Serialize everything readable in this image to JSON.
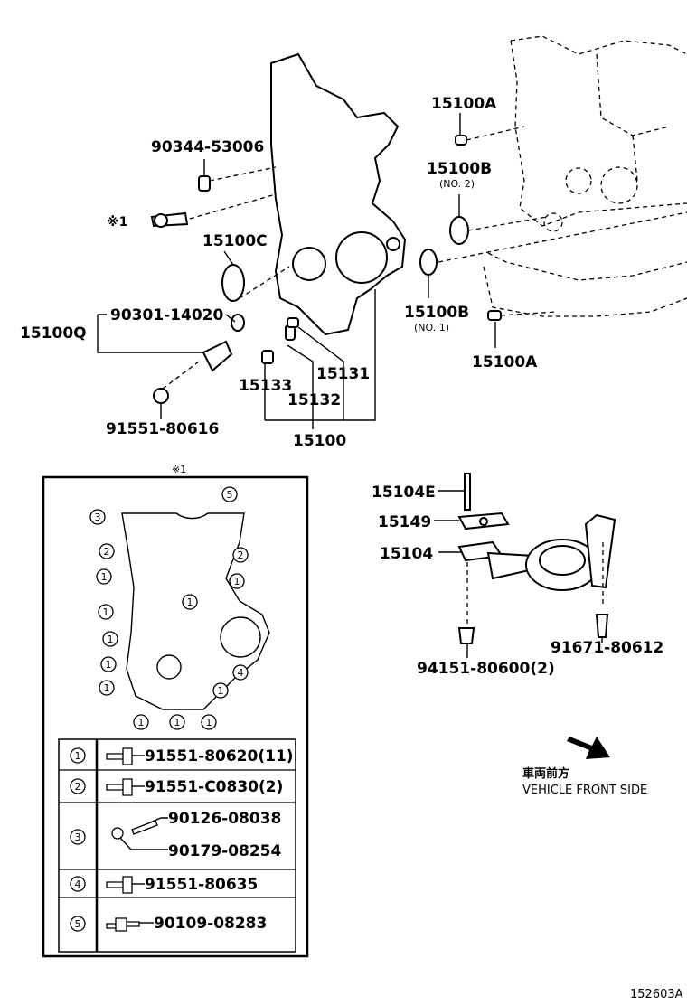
{
  "labels": {
    "p90344_53006": "90344-53006",
    "ref1_mark": "※1",
    "p15100C": "15100C",
    "p90301_14020": "90301-14020",
    "p15100Q": "15100Q",
    "p91551_80616": "91551-80616",
    "p15133": "15133",
    "p15132": "15132",
    "p15131": "15131",
    "p15100": "15100",
    "p15100A_top": "15100A",
    "p15100B_no2": "15100B",
    "no2": "(NO. 2)",
    "p15100B_no1": "15100B",
    "no1": "(NO. 1)",
    "p15100A_bottom": "15100A",
    "p15104E": "15104E",
    "p15149": "15149",
    "p15104": "15104",
    "p94151_80600": "94151-80600(2)",
    "p91671_80612": "91671-80612"
  },
  "inset": {
    "title": "※1",
    "gasket_markers": [
      "5",
      "3",
      "2",
      "2",
      "1",
      "1",
      "1",
      "1",
      "1",
      "1",
      "1",
      "4",
      "1",
      "1",
      "1",
      "1"
    ],
    "table": [
      {
        "key": "1",
        "parts": [
          "91551-80620(11)"
        ]
      },
      {
        "key": "2",
        "parts": [
          "91551-C0830(2)"
        ]
      },
      {
        "key": "3",
        "parts": [
          "90126-08038",
          "90179-08254"
        ]
      },
      {
        "key": "4",
        "parts": [
          "91551-80635"
        ]
      },
      {
        "key": "5",
        "parts": [
          "90109-08283"
        ]
      }
    ]
  },
  "direction": {
    "jp": "車両前方",
    "en": "VEHICLE FRONT SIDE"
  },
  "figure_id": "152603A"
}
